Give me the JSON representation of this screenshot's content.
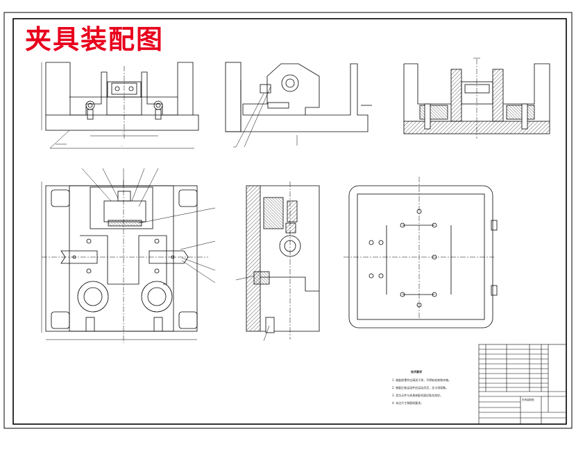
{
  "title": "夹具装配图",
  "colors": {
    "title_red": "#e8001c",
    "line": "#000000",
    "hatch": "#333333",
    "paper": "#ffffff"
  },
  "technical_requirements": {
    "heading": "技术要求",
    "items": [
      "1. 装配前零件应清洗干净，不得有毛刺和杂物。",
      "2. 装配后各运动件应运动灵活，无卡滞现象。",
      "3. 定位元件与夹具体配合面应贴合良好。",
      "4. 未注尺寸按图纸要求。"
    ]
  },
  "title_block": {
    "drawing_name": "夹具装配图"
  }
}
